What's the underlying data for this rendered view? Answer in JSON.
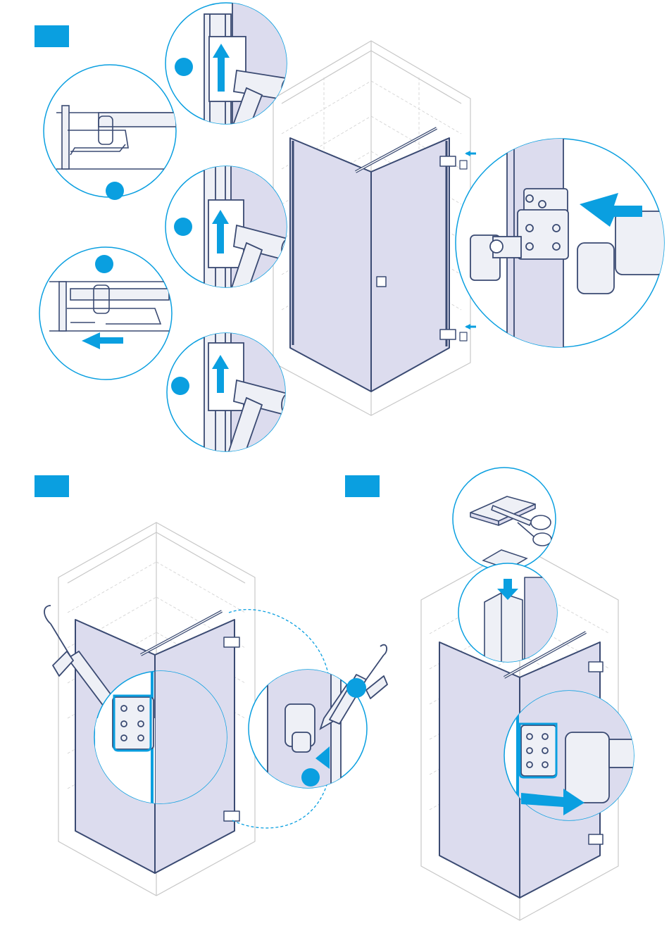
{
  "colors": {
    "accent": "#0a9fe0",
    "line": "#3a4a72",
    "glass": "#dcdcee",
    "tile": "#c7c7c7",
    "hardware": "#eef0f6"
  },
  "steps": [
    {
      "id": "step-a",
      "label": ""
    },
    {
      "id": "step-b",
      "label": ""
    },
    {
      "id": "step-c",
      "label": ""
    }
  ],
  "icons": [
    "hammer-icon",
    "arrow-up-icon",
    "arrow-left-icon",
    "scissors-icon",
    "silicone-gun-icon",
    "hinge-icon",
    "end-cap-icon"
  ]
}
